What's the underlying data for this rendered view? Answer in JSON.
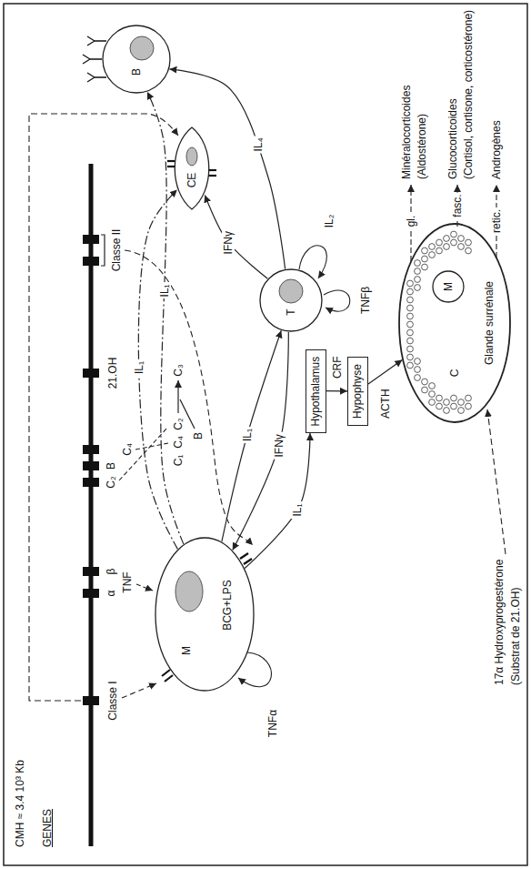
{
  "diagram": {
    "nodes": [
      {
        "text": [
          "M",
          "BCG+LPS"
        ]
      },
      {
        "text": [
          "T"
        ]
      },
      {
        "text": [
          "B"
        ]
      },
      {
        "text": [
          "CE"
        ]
      },
      {
        "text": [
          "Hypothalamus"
        ]
      },
      {
        "text": [
          "Hypophyse"
        ]
      },
      {
        "text": [
          "Glande surrénale",
          "C"
        ]
      },
      {
        "text": [
          "M"
        ],
        "in": 6
      }
    ],
    "edges": [
      {
        "from": 0,
        "to": 1,
        "label": "IL₁",
        "arrow": "to"
      },
      {
        "from": 1,
        "to": 0,
        "label": "IFNγ",
        "arrow": "to"
      },
      {
        "from": 0,
        "to": 4,
        "label": "IL₁",
        "arrow": "to"
      },
      {
        "from": 4,
        "to": 5,
        "label": "CRF",
        "arrow": "to"
      },
      {
        "from": 5,
        "to": 6,
        "label": "ACTH",
        "arrow": "to"
      },
      {
        "from": 1,
        "to": 3,
        "label": "IFNγ",
        "arrow": "to"
      },
      {
        "from": 1,
        "to": 2,
        "label": "IL₄",
        "arrow": "to"
      },
      {
        "from": 0,
        "to": 3,
        "label": "IL₁",
        "arrow": "to"
      },
      {
        "from": 0,
        "to": 2,
        "label": "IL₁",
        "arrow": "to"
      }
    ],
    "labels": [
      "CMH ≈ 3.4 10³ Kb",
      "GENES",
      "Classe I",
      "α",
      "β",
      "TNF",
      "C₂",
      "B",
      "C₄",
      "21.OH",
      "Classe II",
      "C₁",
      "C₄",
      "C₂",
      "C₃",
      "B",
      "TNFα",
      "IL₂",
      "TNFβ",
      "17α Hydroxyprogestérone",
      "(Substrat de 21.OH)",
      "gl.",
      "fasc.",
      "retic.",
      "Minéralocorticoides",
      "(Aldostérone)",
      "Glucocorticoides",
      "(Cortisol, cortisone, corticostérone)",
      "Androgènes"
    ]
  }
}
